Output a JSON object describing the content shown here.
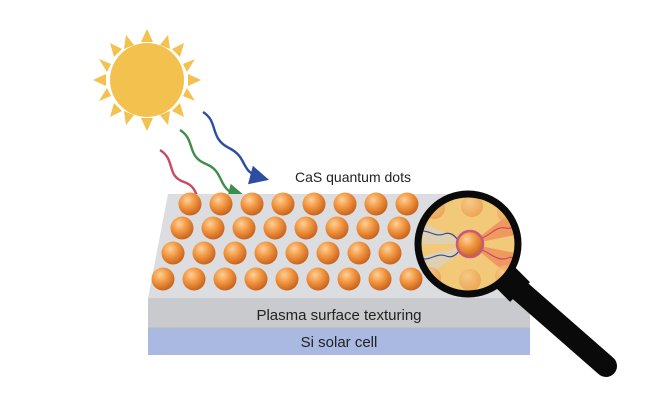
{
  "labels": {
    "quantum_dots": "CaS quantum dots",
    "texturing_layer": "Plasma surface texturing",
    "cell_layer": "Si solar cell"
  },
  "icons": {
    "sun": "sun-icon",
    "magnifier": "magnifying-glass-icon"
  },
  "colors": {
    "sun_fill": "#F2C14E",
    "sun_rays": "#F2C14E",
    "dot_light": "#F8B46A",
    "dot_dark": "#D96A1E",
    "platform_top": "#DCDDE0",
    "texturing_layer": "#C9CACD",
    "cell_layer": "#A9B9E1",
    "ray_red": "#C94A5F",
    "ray_green": "#3E8D4A",
    "ray_blue": "#2C4DA0",
    "lens_fill": "#F2C879",
    "lens_rim": "#0A0A0A",
    "lens_beam": "#EE8F5A"
  }
}
